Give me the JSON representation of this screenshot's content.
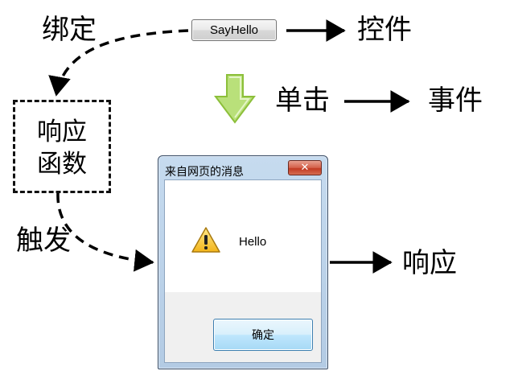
{
  "labels": {
    "bind": "绑定",
    "control": "控件",
    "click": "单击",
    "event": "事件",
    "trigger": "触发",
    "response": "响应"
  },
  "control_button": {
    "label": "SayHello"
  },
  "handler": {
    "line1": "响应",
    "line2": "函数"
  },
  "dialog": {
    "title": "来自网页的消息",
    "message": "Hello",
    "ok_label": "确定",
    "close_glyph": "✕",
    "icon": "warning-icon"
  },
  "colors": {
    "arrow_green": "#a6d84a",
    "close_red": "#c9482f",
    "title_blue": "#c6dbef"
  }
}
